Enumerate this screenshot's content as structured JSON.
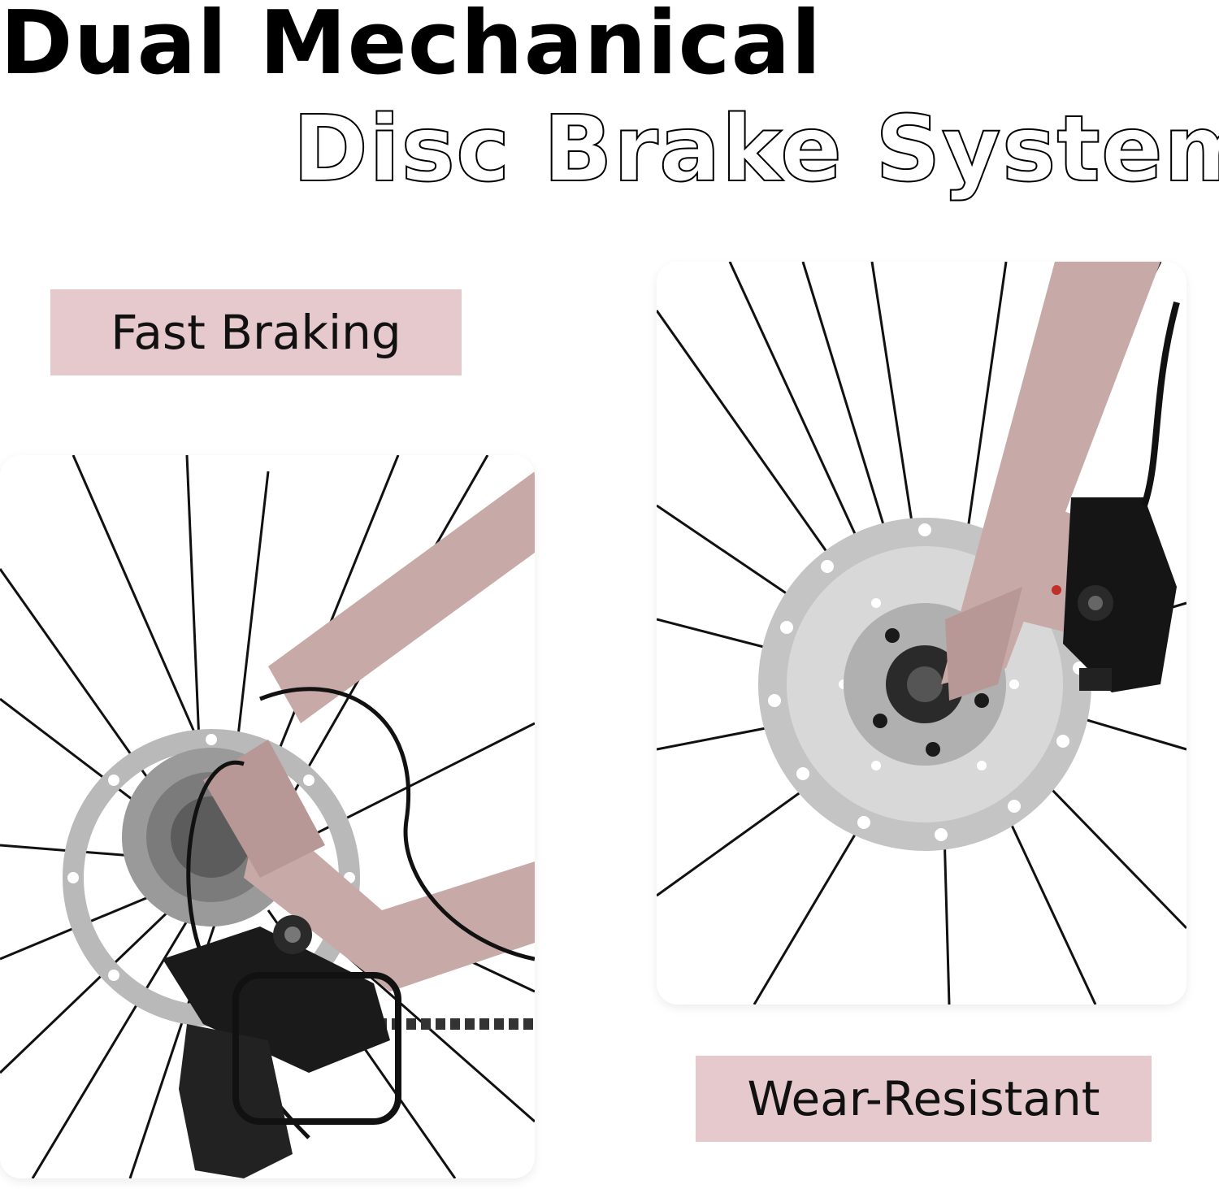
{
  "title": {
    "line1": "Dual Mechanical",
    "line2": "Disc Brake System"
  },
  "labels": {
    "left": "Fast Braking",
    "right": "Wear-Resistant"
  },
  "colors": {
    "label_bg": "#e6c9cd",
    "frame": "#c7a9a7",
    "rotor": "#b9b9b9",
    "spoke": "#111111"
  },
  "images": {
    "left": "rear-wheel-derailleur-disc-brake-photo",
    "right": "front-wheel-disc-brake-caliper-photo"
  }
}
